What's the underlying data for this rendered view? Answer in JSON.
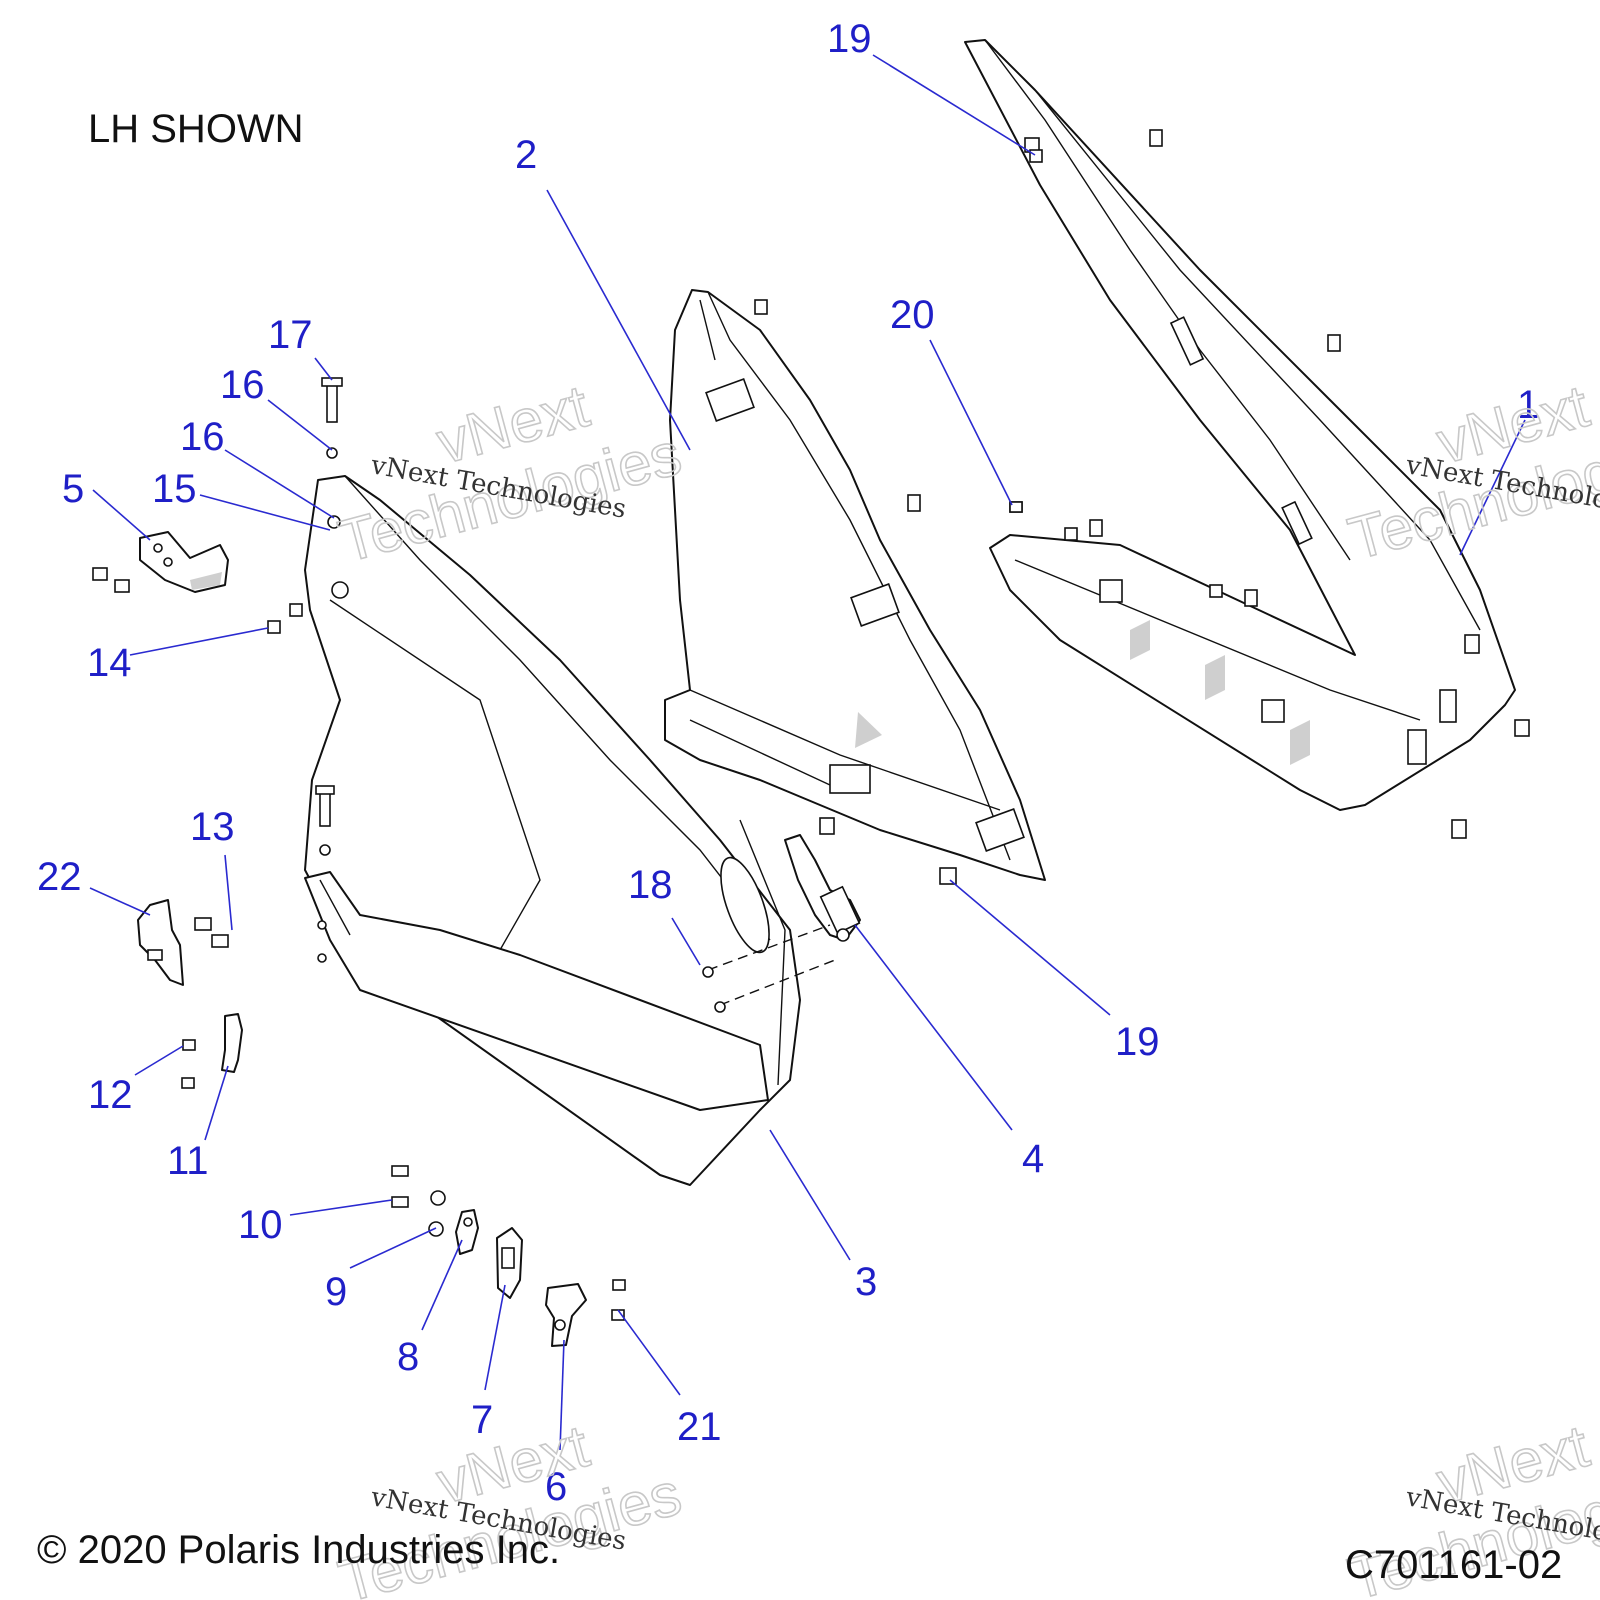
{
  "caption_view": "LH SHOWN",
  "copyright": "© 2020 Polaris Industries Inc.",
  "drawing_number": "C701161-02",
  "watermark": {
    "small": "vNext Technologies",
    "line1": "vNext",
    "line2": "Technologies"
  },
  "callouts": {
    "c1": "1",
    "c2": "2",
    "c3": "3",
    "c4": "4",
    "c5": "5",
    "c6": "6",
    "c7": "7",
    "c8": "8",
    "c9": "9",
    "c10": "10",
    "c11": "11",
    "c12": "12",
    "c13": "13",
    "c14": "14",
    "c15": "15",
    "c16a": "16",
    "c16b": "16",
    "c17": "17",
    "c18": "18",
    "c19a": "19",
    "c19b": "19",
    "c20": "20",
    "c21": "21",
    "c22": "22"
  },
  "colors": {
    "callout": "#1f1fc7",
    "leader": "#2a2ad0",
    "line": "#111111"
  }
}
